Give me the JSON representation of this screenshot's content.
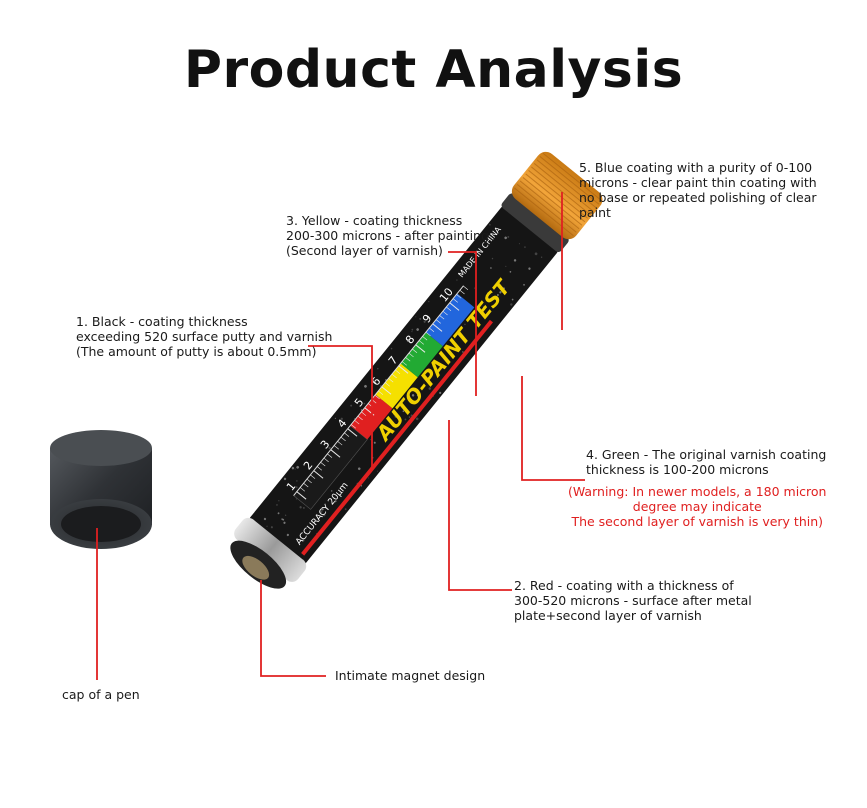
{
  "title": "Product Analysis",
  "labels": {
    "blue": [
      "5. Blue coating with a purity of 0-100",
      "microns - clear paint thin coating with",
      "no base or repeated polishing of clear",
      "paint"
    ],
    "yellow": [
      "3. Yellow - coating thickness",
      "200-300 microns - after painting",
      "(Second layer of varnish)"
    ],
    "black": [
      "1. Black - coating thickness",
      "exceeding 520 surface putty and varnish",
      "(The amount of putty is about 0.5mm)"
    ],
    "green": [
      "4. Green - The original varnish coating",
      "thickness is 100-200 microns"
    ],
    "warning": [
      "(Warning: In newer models, a 180 micron",
      "degree may indicate",
      "The second layer of varnish is very thin)"
    ],
    "red": [
      "2. Red - coating with a thickness of",
      "300-520 microns - surface after metal",
      "plate+second layer of varnish"
    ],
    "magnet": "Intimate magnet design",
    "cap": "cap of a pen"
  },
  "pen": {
    "brand_text": "AUTO-PAINT TEST",
    "accuracy_text": "ACCURACY 20μm",
    "made_text": "MADE IN CHINA",
    "scale_numbers": [
      "1",
      "2",
      "3",
      "4",
      "5",
      "6",
      "7",
      "8",
      "9",
      "10"
    ]
  },
  "colors": {
    "leader": "#e02020",
    "black_band": "#1a1a1a",
    "red_band": "#e02020",
    "yellow_band": "#f5e000",
    "green_band": "#22aa33",
    "blue_band": "#2266dd",
    "gold_cap": "#e89a20",
    "brand_yellow": "#f0d000"
  }
}
